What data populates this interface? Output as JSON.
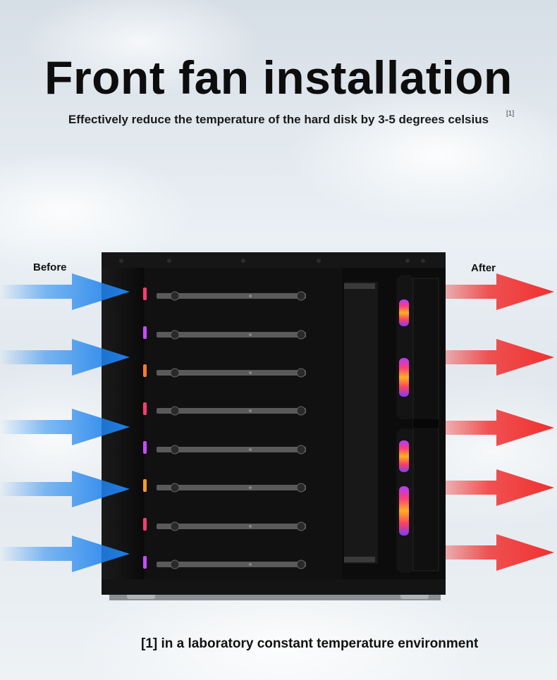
{
  "title": "Front fan installation",
  "subtitle": "Effectively reduce the temperature of the hard disk by 3-5 degrees celsius",
  "subtitle_note": "[1]",
  "labels": {
    "before": "Before",
    "after": "After"
  },
  "footnote": "[1] in a laboratory constant temperature environment",
  "colors": {
    "cool_arrow": "#1e88f0",
    "hot_arrow": "#f03535",
    "case": "#0e0e0e"
  },
  "icons": [
    "blue-intake-arrow",
    "red-exhaust-arrow",
    "rgb-fan-icon",
    "hard-drive-tray-icon"
  ]
}
